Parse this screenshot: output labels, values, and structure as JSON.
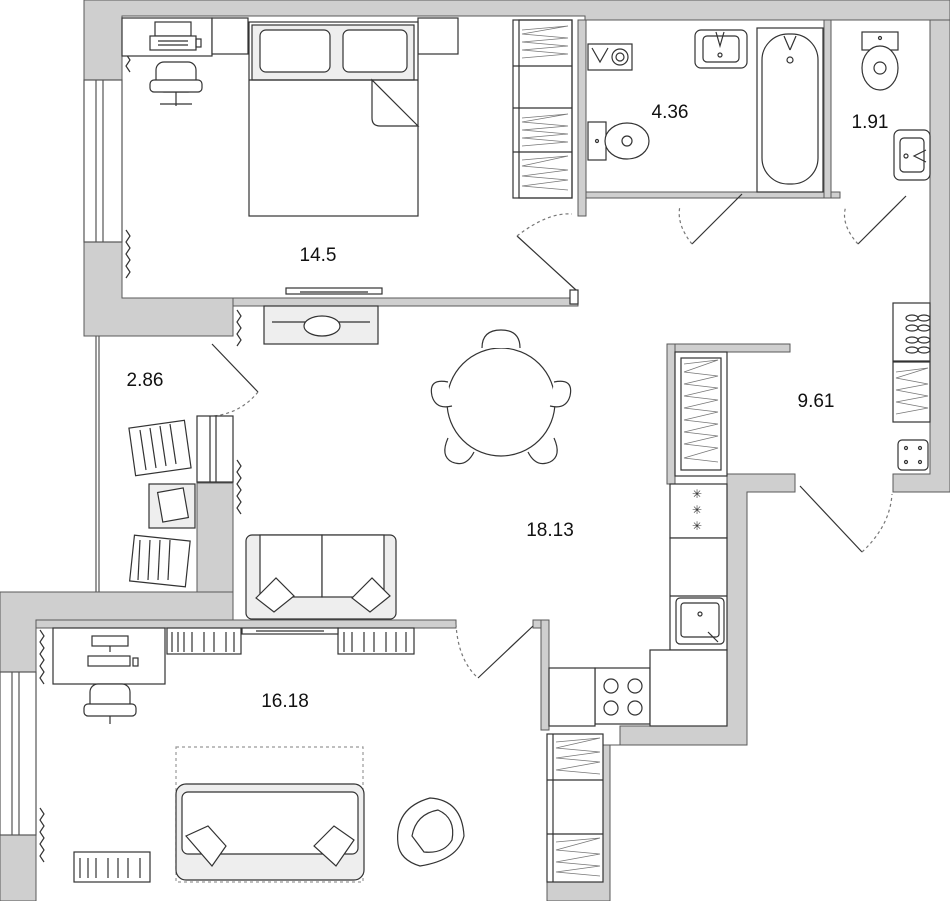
{
  "rooms": [
    {
      "id": "bedroom",
      "area": "14.5"
    },
    {
      "id": "bathroom",
      "area": "4.36"
    },
    {
      "id": "wc",
      "area": "1.91"
    },
    {
      "id": "balcony",
      "area": "2.86"
    },
    {
      "id": "hall",
      "area": "9.61"
    },
    {
      "id": "kitchen-living",
      "area": "18.13"
    },
    {
      "id": "second-bedroom",
      "area": "16.18"
    }
  ],
  "colors": {
    "wall": "#cfcfcf",
    "wall_stroke": "#5a5a5a",
    "furniture_fill": "#eeeeee",
    "line": "#333333"
  },
  "icons": [
    "bed-icon",
    "desk-icon",
    "laptop-icon",
    "chair-icon",
    "tv-icon",
    "wardrobe-icon",
    "sink-icon",
    "toilet-icon",
    "bathtub-icon",
    "washing-machine-icon",
    "dining-table-icon",
    "sofa-icon",
    "armchair-icon",
    "stove-icon",
    "kitchen-sink-icon",
    "bookshelf-icon",
    "shoe-rack-icon",
    "door-swing-icon",
    "radiator-icon"
  ]
}
